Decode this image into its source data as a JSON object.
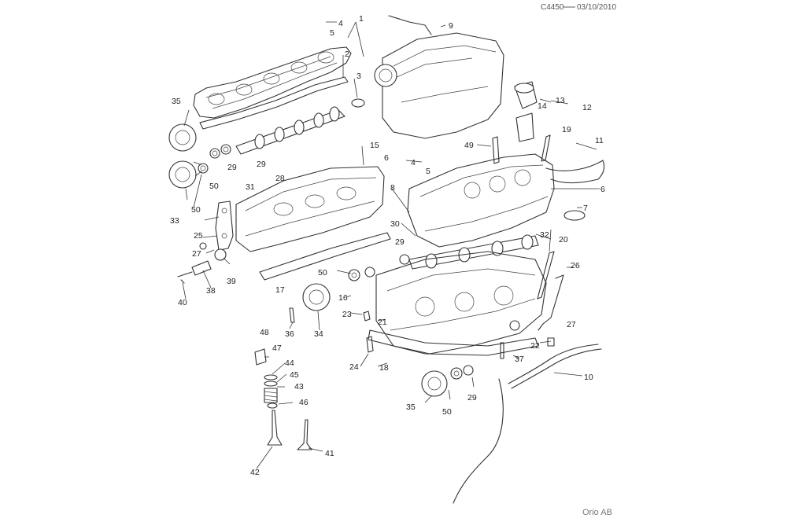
{
  "header": {
    "drawing_code": "C4450",
    "date": "03/10/2010"
  },
  "footer": {
    "brand": "Orio AB"
  },
  "callouts": [
    {
      "id": "c1",
      "label": "1"
    },
    {
      "id": "c2",
      "label": "2"
    },
    {
      "id": "c3",
      "label": "3"
    },
    {
      "id": "c4a",
      "label": "4"
    },
    {
      "id": "c5a",
      "label": "5"
    },
    {
      "id": "c4b",
      "label": "4"
    },
    {
      "id": "c5b",
      "label": "5"
    },
    {
      "id": "c6a",
      "label": "6"
    },
    {
      "id": "c6b",
      "label": "6"
    },
    {
      "id": "c7",
      "label": "7"
    },
    {
      "id": "c8",
      "label": "8"
    },
    {
      "id": "c9",
      "label": "9"
    },
    {
      "id": "c10",
      "label": "10"
    },
    {
      "id": "c11",
      "label": "11"
    },
    {
      "id": "c12",
      "label": "12"
    },
    {
      "id": "c13",
      "label": "13"
    },
    {
      "id": "c14",
      "label": "14"
    },
    {
      "id": "c15",
      "label": "15"
    },
    {
      "id": "c16",
      "label": "16"
    },
    {
      "id": "c17",
      "label": "17"
    },
    {
      "id": "c18",
      "label": "18"
    },
    {
      "id": "c19",
      "label": "19"
    },
    {
      "id": "c20",
      "label": "20"
    },
    {
      "id": "c21",
      "label": "21"
    },
    {
      "id": "c22",
      "label": "22"
    },
    {
      "id": "c23",
      "label": "23"
    },
    {
      "id": "c24",
      "label": "24"
    },
    {
      "id": "c25",
      "label": "25"
    },
    {
      "id": "c26",
      "label": "26"
    },
    {
      "id": "c27a",
      "label": "27"
    },
    {
      "id": "c27b",
      "label": "27"
    },
    {
      "id": "c28",
      "label": "28"
    },
    {
      "id": "c29a",
      "label": "29"
    },
    {
      "id": "c29b",
      "label": "29"
    },
    {
      "id": "c29c",
      "label": "29"
    },
    {
      "id": "c29d",
      "label": "29"
    },
    {
      "id": "c30",
      "label": "30"
    },
    {
      "id": "c31",
      "label": "31"
    },
    {
      "id": "c32",
      "label": "32"
    },
    {
      "id": "c33",
      "label": "33"
    },
    {
      "id": "c34",
      "label": "34"
    },
    {
      "id": "c35a",
      "label": "35"
    },
    {
      "id": "c35b",
      "label": "35"
    },
    {
      "id": "c36",
      "label": "36"
    },
    {
      "id": "c37",
      "label": "37"
    },
    {
      "id": "c38",
      "label": "38"
    },
    {
      "id": "c39",
      "label": "39"
    },
    {
      "id": "c40",
      "label": "40"
    },
    {
      "id": "c41",
      "label": "41"
    },
    {
      "id": "c42",
      "label": "42"
    },
    {
      "id": "c43",
      "label": "43"
    },
    {
      "id": "c44",
      "label": "44"
    },
    {
      "id": "c45",
      "label": "45"
    },
    {
      "id": "c46",
      "label": "46"
    },
    {
      "id": "c47",
      "label": "47"
    },
    {
      "id": "c48",
      "label": "48"
    },
    {
      "id": "c49",
      "label": "49"
    },
    {
      "id": "c50a",
      "label": "50"
    },
    {
      "id": "c50b",
      "label": "50"
    },
    {
      "id": "c50c",
      "label": "50"
    },
    {
      "id": "c50d",
      "label": "50"
    }
  ]
}
